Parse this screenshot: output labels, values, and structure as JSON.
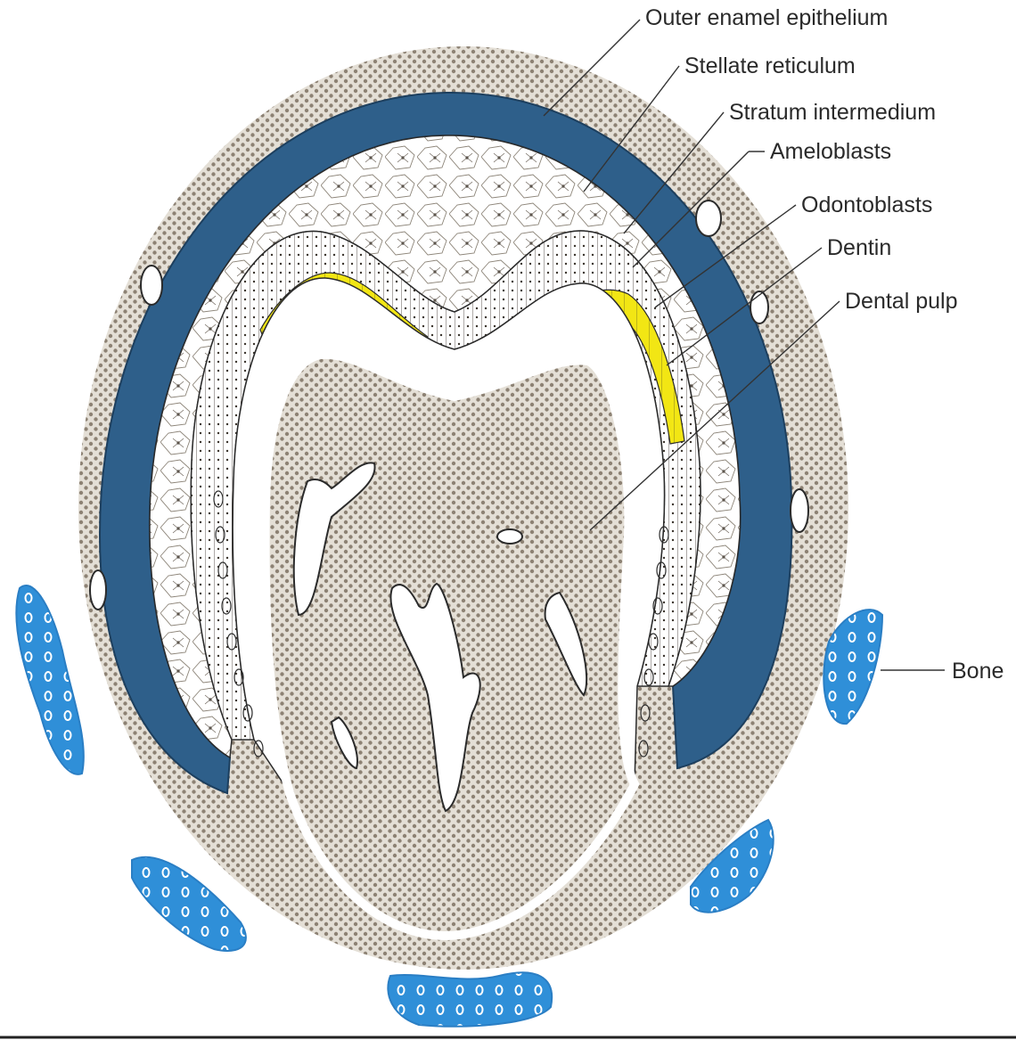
{
  "labels": {
    "outer_enamel_epithelium": "Outer enamel epithelium",
    "stellate_reticulum": "Stellate reticulum",
    "stratum_intermedium": "Stratum intermedium",
    "ameloblasts": "Ameloblasts",
    "odontoblasts": "Odontoblasts",
    "dentin": "Dentin",
    "dental_pulp": "Dental pulp",
    "bone": "Bone"
  },
  "colors": {
    "background": "#ffffff",
    "mesenchyme": "#d9d3c9",
    "mesenchyme_dots": "#8a7f72",
    "enamel_epithelium": "#2e5f8a",
    "dentin": "#f2e614",
    "bone": "#2f8fd8",
    "outline": "#2b2b2b"
  }
}
